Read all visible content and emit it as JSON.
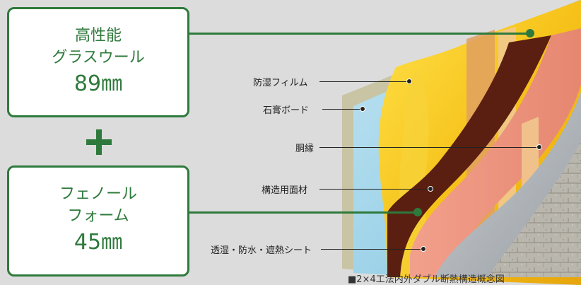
{
  "box_top": {
    "line1": "高性能",
    "line2": "グラスウール",
    "value": "89㎜"
  },
  "plus_symbol": "+",
  "box_bottom": {
    "line1": "フェノール",
    "line2": "フォーム",
    "value": "45㎜"
  },
  "labels": {
    "moisture_film": "防湿フィルム",
    "gypsum_board": "石膏ボード",
    "furring": "胴縁",
    "structural_panel": "構造用面材",
    "breathable_sheet": "透湿・防水・遮熱シート"
  },
  "caption": "■2×4工法内外ダブル断熱構造概念図",
  "colors": {
    "accent": "#2e7a3c",
    "background": "#dcdcdc"
  }
}
